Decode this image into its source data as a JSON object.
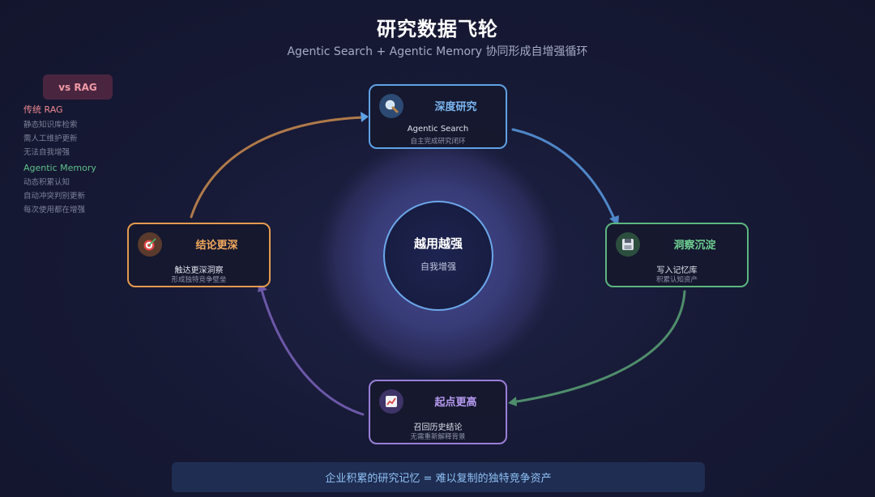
{
  "header": {
    "title": "研究数据飞轮",
    "subtitle": "Agentic Search + Agentic Memory 协同形成自增强循环"
  },
  "legend": {
    "badge": "vs RAG",
    "rag": {
      "heading": "传统 RAG",
      "items": [
        "静态知识库检索",
        "需人工维护更新",
        "无法自我增强"
      ]
    },
    "memory": {
      "heading": "Agentic Memory",
      "items": [
        "动态积累认知",
        "自动冲突判别更新",
        "每次使用都在增强"
      ]
    }
  },
  "center": {
    "title": "越用越强",
    "subtitle": "自我增强"
  },
  "nodes": {
    "deep_research": {
      "title": "深度研究",
      "line1": "Agentic Search",
      "line2": "自主完成研究闭环",
      "icon": "magnifier-icon"
    },
    "insight": {
      "title": "洞察沉淀",
      "line1": "写入记忆库",
      "line2": "积累认知资产",
      "icon": "floppy-disk-icon"
    },
    "start_higher": {
      "title": "起点更高",
      "line1": "召回历史结论",
      "line2": "无需重新解释背景",
      "icon": "chart-up-icon"
    },
    "deeper_conclusion": {
      "title": "结论更深",
      "line1": "触达更深洞察",
      "line2": "形成独特竞争壁垒",
      "icon": "target-dart-icon"
    }
  },
  "footer": {
    "text": "企业积累的研究记忆 = 难以复制的独特竞争资产"
  },
  "colors": {
    "deep_research": "#5fa2e6",
    "insight": "#5cb67f",
    "start_higher": "#9a7fd9",
    "deeper_conclusion": "#e59a4e",
    "accent_rag": "#ee8a92",
    "accent_memory": "#5fc08a"
  }
}
